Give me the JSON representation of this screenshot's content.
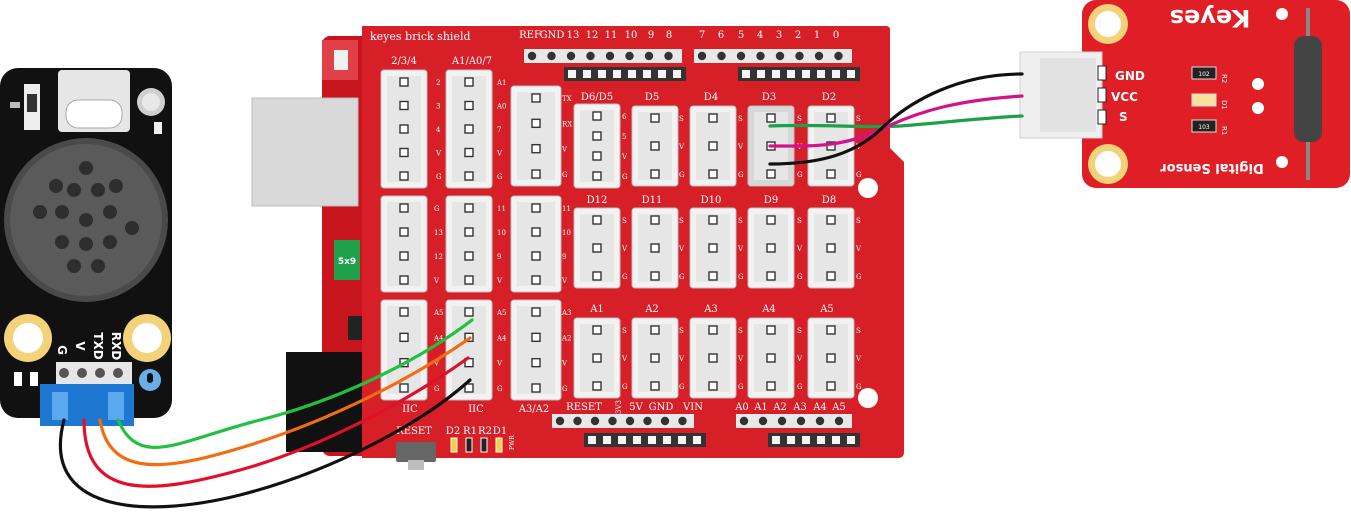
{
  "colors": {
    "shield": "#d61f26",
    "shield_dark": "#b3161c",
    "module_black": "#111111",
    "sensor_red": "#e01e26",
    "connector_white": "#f2f2f2",
    "connector_blue": "#1e78d2",
    "wire_green": "#22c040",
    "wire_orange": "#f26c12",
    "wire_red": "#e0102a",
    "wire_black": "#111111",
    "wire_magenta": "#d4108a",
    "wire_dgreen": "#1ca048"
  },
  "shield": {
    "title": "keyes brick shield",
    "top_header_labels": [
      "REF",
      "GND",
      "13",
      "12",
      "11",
      "10",
      "9",
      "8"
    ],
    "top_header_labels_right": [
      "7",
      "6",
      "5",
      "4",
      "3",
      "2",
      "1",
      "0"
    ],
    "bottom_power_labels": [
      "RESET",
      "5V",
      "GND",
      "VIN"
    ],
    "bottom_power_small": "3V3",
    "bottom_analog_labels": [
      "A0",
      "A1",
      "A2",
      "A3",
      "A4",
      "A5"
    ],
    "reset_label": "RESET",
    "led_labels": [
      "D2",
      "R1",
      "R2",
      "D1"
    ],
    "pwr_label": "PWR",
    "chip_label": "5x9",
    "group_labels": {
      "g234": "2/3/4",
      "a1a07": "A1/A0/7",
      "d6d5": "D6/D5",
      "d5": "D5",
      "d4": "D4",
      "d3": "D3",
      "d2": "D2",
      "d12": "D12",
      "d11": "D11",
      "d10": "D10",
      "d9": "D9",
      "d8": "D8",
      "a1": "A1",
      "a2": "A2",
      "a3": "A3",
      "a4": "A4",
      "a5": "A5",
      "iic1": "IIC",
      "iic2": "IIC",
      "a3a2": "A3/A2"
    },
    "pin_labels": {
      "c1r1": [
        "2",
        "3",
        "4",
        "V",
        "G"
      ],
      "c2r1": [
        "A1",
        "A0",
        "7",
        "V",
        "G"
      ],
      "c3r1": [
        "TX",
        "RX",
        "V",
        "G"
      ],
      "c1r2": [
        "G",
        "13",
        "12",
        "V"
      ],
      "c2r2": [
        "11",
        "10",
        "9",
        "V"
      ],
      "c3r2": [
        "11",
        "10",
        "9",
        "V"
      ],
      "c1r3": [
        "A5",
        "A4",
        "V",
        "G"
      ],
      "c2r3": [
        "A5",
        "A4",
        "V",
        "G"
      ],
      "c3r3": [
        "A3",
        "A2",
        "V",
        "G"
      ],
      "d6d5": [
        "6",
        "5",
        "V",
        "G"
      ],
      "svg3": [
        "S",
        "V",
        "G"
      ]
    }
  },
  "voice_module": {
    "pin_labels": [
      "G",
      "V",
      "TXD",
      "RXD"
    ]
  },
  "sensor_module": {
    "brand": "Keyes",
    "name": "Digital Sensor",
    "pins": [
      "GND",
      "VCC",
      "S"
    ],
    "parts": [
      "R2",
      "D1",
      "R1"
    ],
    "resistor_codes": [
      "102",
      "103"
    ]
  }
}
